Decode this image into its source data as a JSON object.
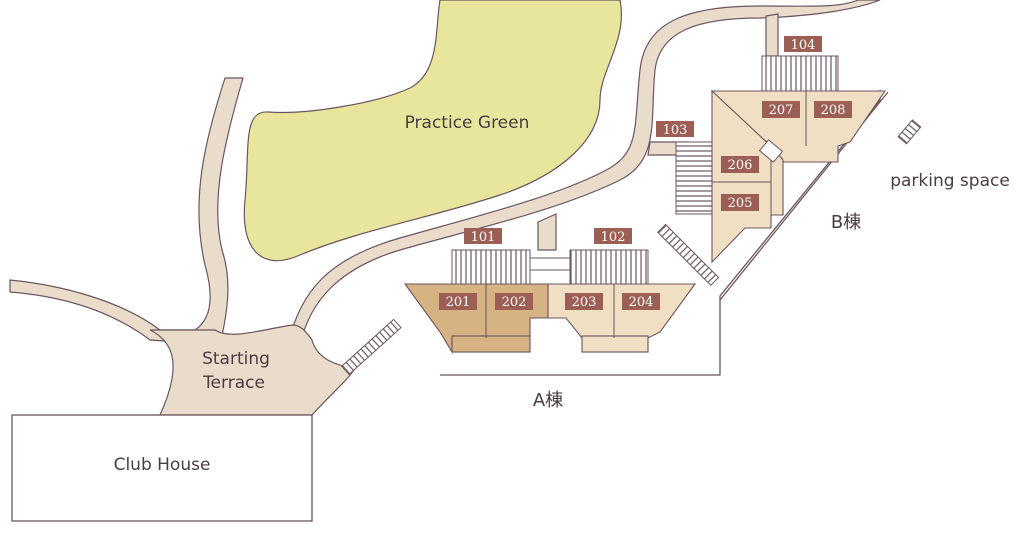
{
  "map": {
    "labels": {
      "practice_green": "Practice Green",
      "starting_terrace_line1": "Starting",
      "starting_terrace_line2": "Terrace",
      "club_house": "Club House",
      "parking_space": "parking space",
      "building_a": "A棟",
      "building_b": "B棟"
    },
    "rooms": {
      "r101": "101",
      "r102": "102",
      "r103": "103",
      "r104": "104",
      "r201": "201",
      "r202": "202",
      "r203": "203",
      "r204": "204",
      "r205": "205",
      "r206": "206",
      "r207": "207",
      "r208": "208"
    },
    "colors": {
      "path_fill": "#e9dccb",
      "path_stroke": "#6b5560",
      "green_fill": "#e8e69c",
      "building_light": "#f0dfc2",
      "building_dark": "#d6b382",
      "room_label_bg": "#9b5f55",
      "line": "#6b5560"
    }
  }
}
